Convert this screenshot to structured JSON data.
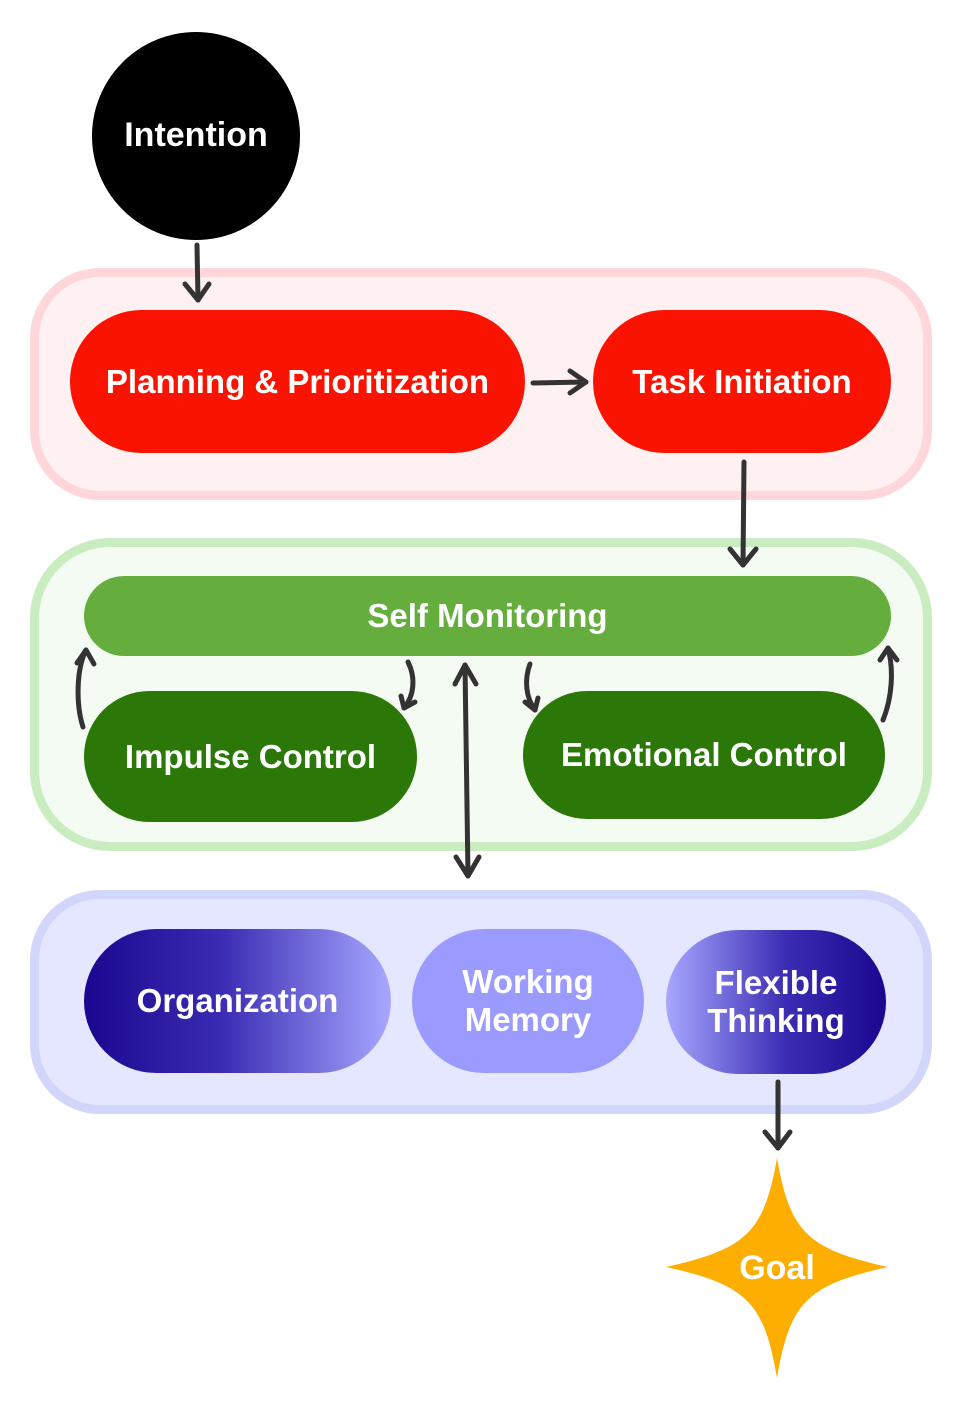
{
  "nodes": {
    "intention": "Intention",
    "planning": "Planning & Prioritization",
    "task_initiation": "Task Initiation",
    "self_monitoring": "Self Monitoring",
    "impulse_control": "Impulse Control",
    "emotional_control": "Emotional Control",
    "organization": "Organization",
    "working_memory": "Working Memory",
    "flexible_thinking": "Flexible Thinking",
    "goal": "Goal"
  },
  "colors": {
    "intention": "#000000",
    "executive_red": "#f91300",
    "self_monitoring_green": "#65ae3e",
    "control_green": "#2b7707",
    "organization_navy": "#19088f",
    "working_memory_lavender": "#9b9bff",
    "goal_gold": "#fdae00",
    "arrow": "#333333"
  }
}
